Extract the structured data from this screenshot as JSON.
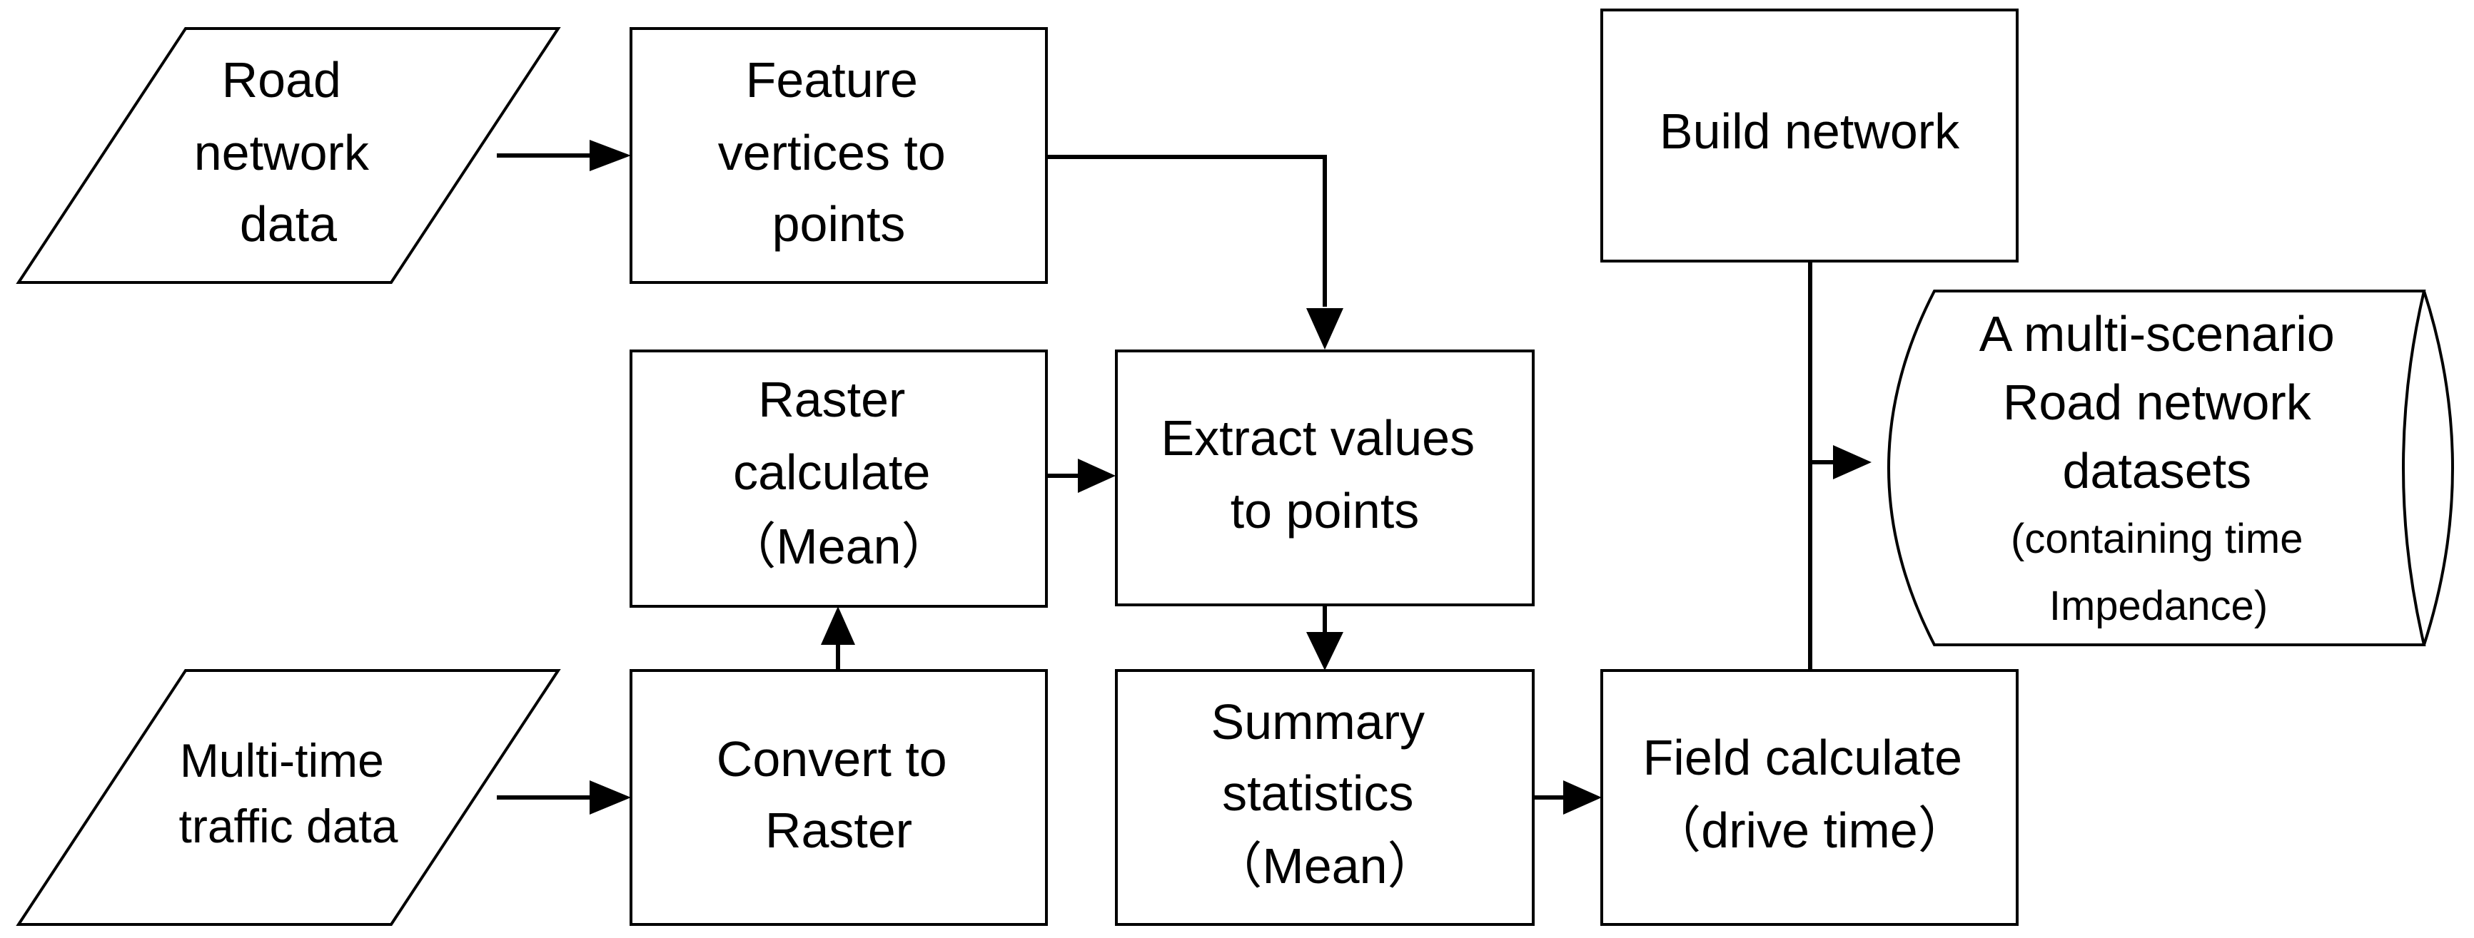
{
  "nodes": {
    "road_network_data": {
      "lines": [
        "Road",
        "network",
        "data"
      ]
    },
    "feature_vertices": {
      "lines": [
        "Feature",
        "vertices to",
        "points"
      ]
    },
    "build_network": {
      "lines": [
        "Build network"
      ]
    },
    "raster_calculate": {
      "lines": [
        "Raster",
        "calculate",
        "（Mean）"
      ]
    },
    "extract_values": {
      "lines": [
        "Extract values",
        "to points"
      ]
    },
    "multi_scenario": {
      "lines": [
        "A multi-scenario",
        "Road network",
        "datasets",
        "(containing time",
        "Impedance)"
      ]
    },
    "multi_time_traffic": {
      "lines": [
        "Multi-time",
        "traffic data"
      ]
    },
    "convert_to_raster": {
      "lines": [
        "Convert to",
        "Raster"
      ]
    },
    "summary_statistics": {
      "lines": [
        "Summary",
        "statistics",
        "（Mean）"
      ]
    },
    "field_calculate": {
      "lines": [
        "Field calculate",
        "（drive time）"
      ]
    }
  }
}
